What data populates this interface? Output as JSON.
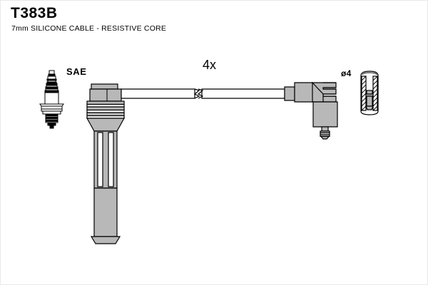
{
  "document": {
    "part_number": "T383B",
    "description": "7mm SILICONE CABLE - RESISTIVE CORE",
    "background_color": "#ffffff",
    "line_color": "#000000",
    "fill_color": "#b8b8b8",
    "border_color": "#e8e8e8"
  },
  "annotations": {
    "spark_plug_standard": "SAE",
    "quantity": "4x",
    "connector_diameter": "ø4"
  },
  "components": {
    "spark_plug": {
      "name": "spark-plug",
      "label": "SAE"
    },
    "plug_boot": {
      "name": "spark-plug-boot",
      "description": "long ribbed silicone boot"
    },
    "cable": {
      "name": "ignition-cable",
      "description": "7mm silicone cable with break symbol",
      "quantity": "4x"
    },
    "right_angle_connector": {
      "name": "right-angle-connector",
      "description": "90 degree distributor cap connector"
    },
    "terminal_detail": {
      "name": "terminal-cross-section",
      "label": "ø4"
    }
  }
}
